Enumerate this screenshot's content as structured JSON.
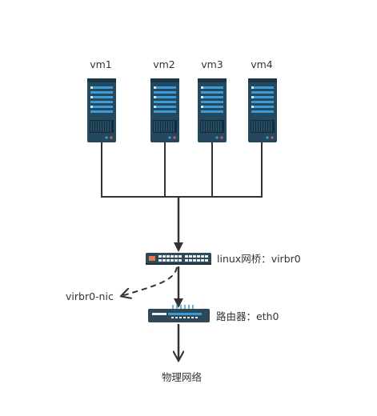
{
  "vms": [
    {
      "label": "vm1"
    },
    {
      "label": "vm2"
    },
    {
      "label": "vm3"
    },
    {
      "label": "vm4"
    }
  ],
  "bridge": {
    "label": "linux网桥：virbr0",
    "icon": "network-switch-icon"
  },
  "nic": {
    "label": "virbr0-nic"
  },
  "router": {
    "label": "路由器：eth0",
    "icon": "router-icon"
  },
  "network": {
    "label": "物理网络"
  },
  "colors": {
    "server_body": "#24495f",
    "server_slot": "#3a9bd6",
    "line": "#333333",
    "switch_body": "#2f4858",
    "router_body": "#2f4858"
  }
}
